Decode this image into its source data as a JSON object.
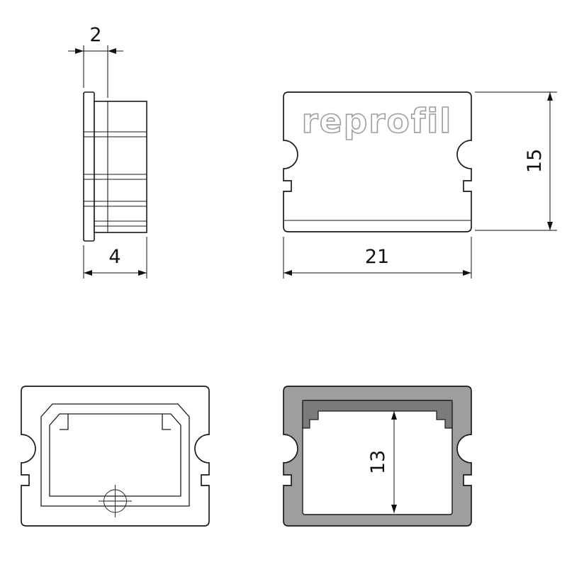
{
  "drawing": {
    "title_logo": "reprofil",
    "dimensions": {
      "flange_thickness": "2",
      "total_depth": "4",
      "outer_height": "15",
      "outer_width": "21",
      "inner_height": "13"
    },
    "colors": {
      "line": "#1a1a1a",
      "logo_stroke": "#9d9d9d",
      "body_fill": "#9e9e9e",
      "hook_fill": "#7b7b7b",
      "background": "#ffffff"
    }
  }
}
